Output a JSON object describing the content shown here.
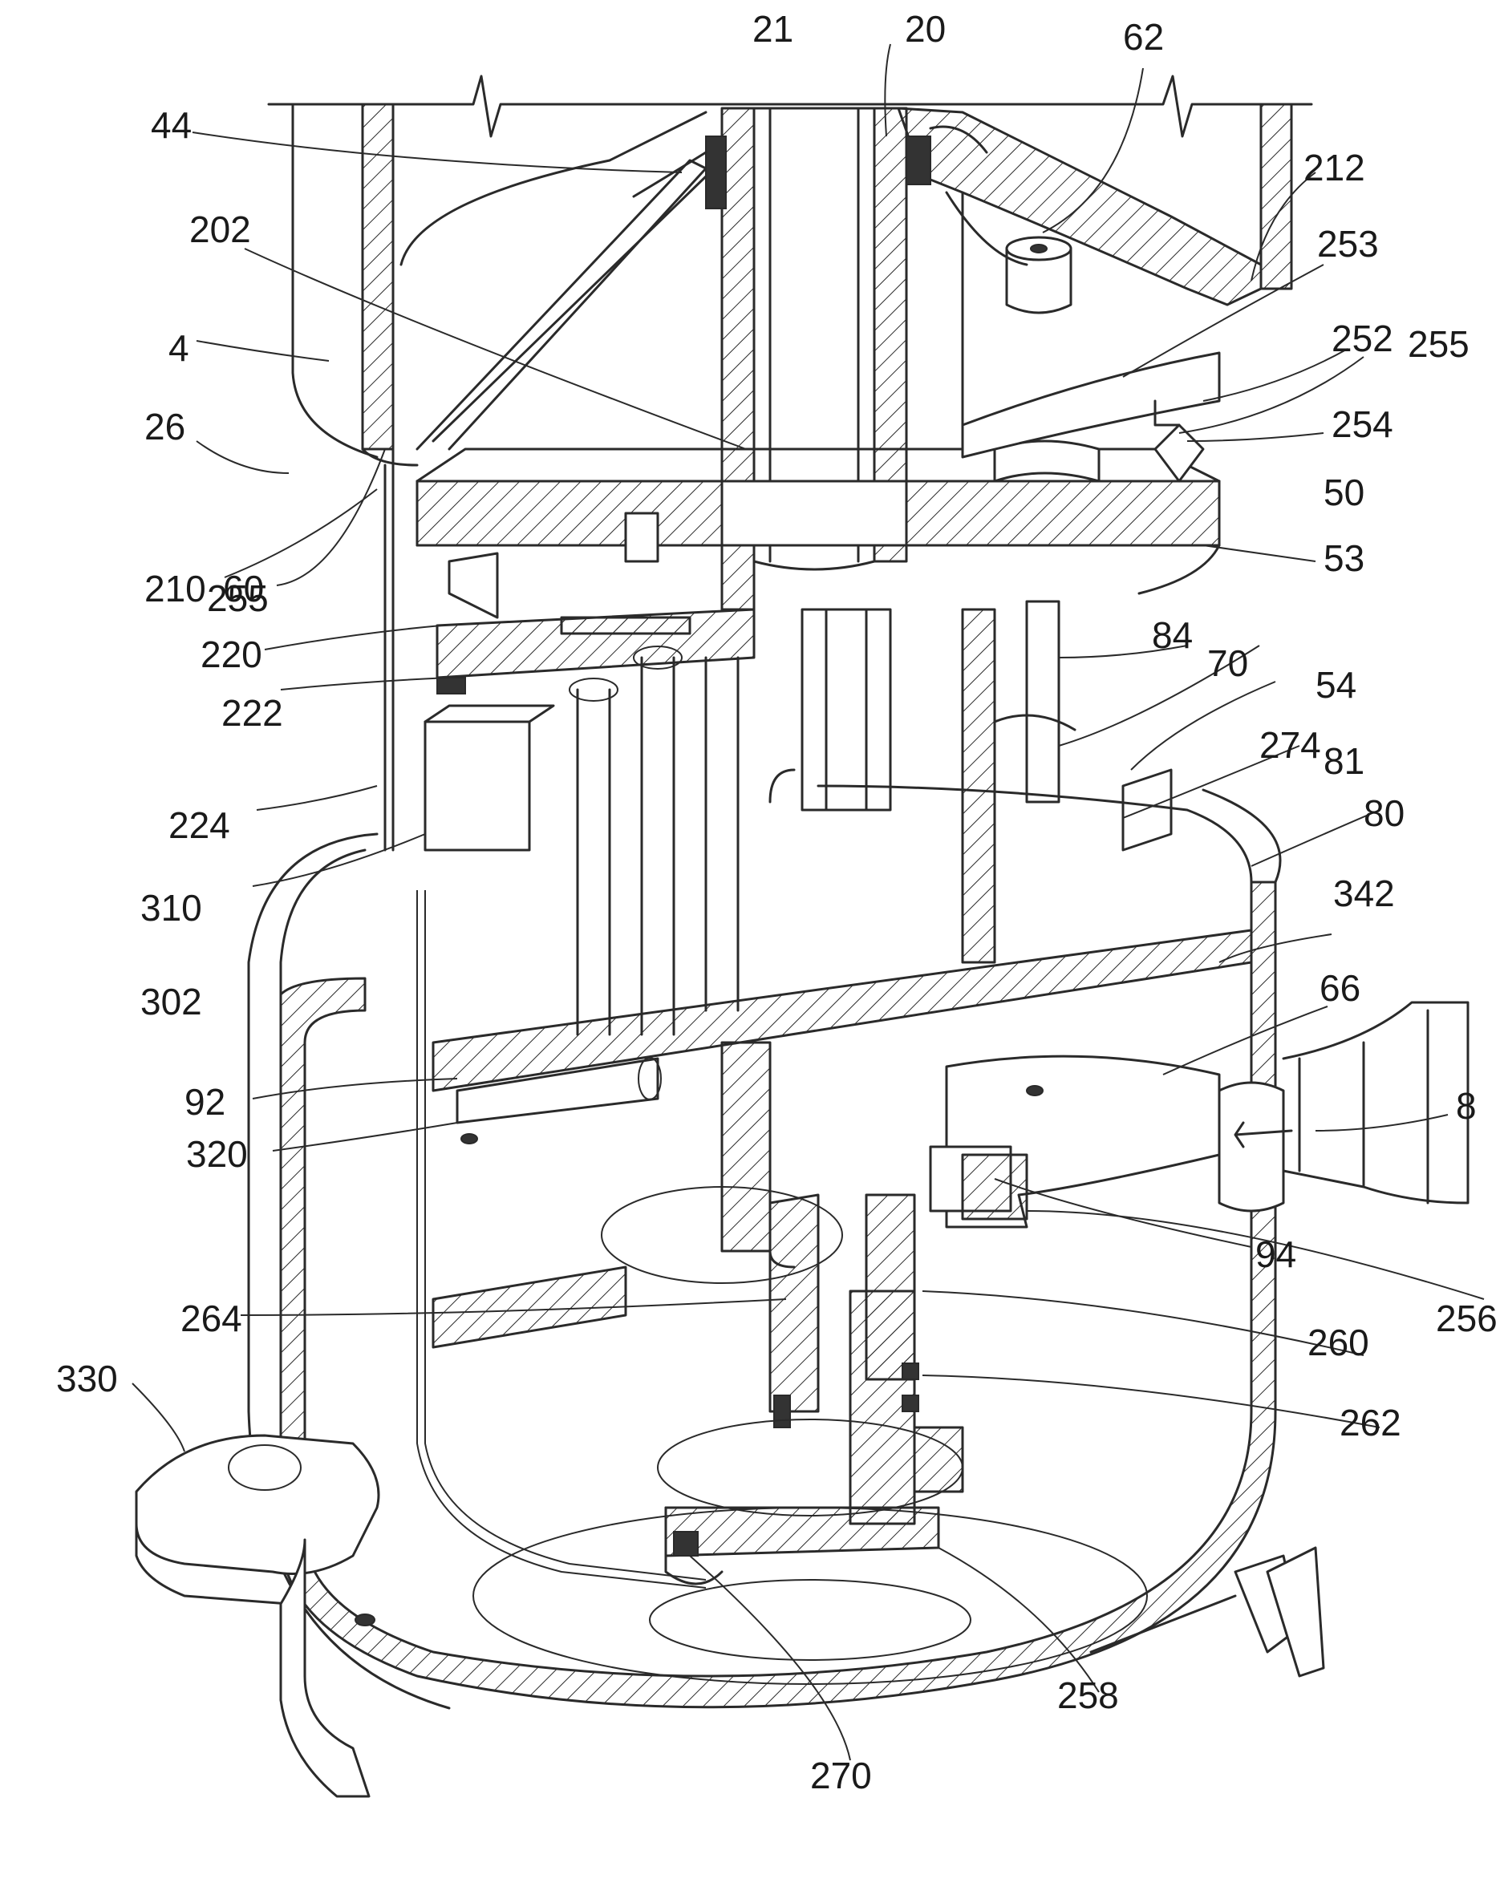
{
  "figure": {
    "reference_labels": [
      "21",
      "20",
      "62",
      "44",
      "212",
      "253",
      "202",
      "252",
      "255",
      "4",
      "26",
      "254",
      "50",
      "210",
      "60",
      "53",
      "255",
      "220",
      "84",
      "70",
      "54",
      "222",
      "274",
      "224",
      "81",
      "80",
      "310",
      "342",
      "302",
      "66",
      "92",
      "8",
      "320",
      "94",
      "264",
      "256",
      "260",
      "262",
      "330",
      "258",
      "270"
    ],
    "colors": {
      "line": "#2a2a2a",
      "background": "#ffffff"
    }
  }
}
